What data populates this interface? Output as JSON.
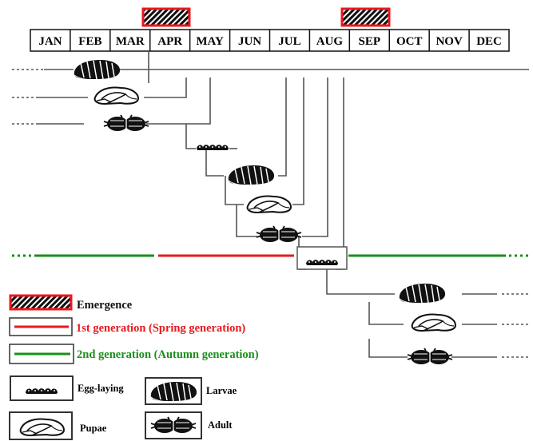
{
  "months": [
    "JAN",
    "FEB",
    "MAR",
    "APR",
    "MAY",
    "JUN",
    "JUL",
    "AUG",
    "SEP",
    "OCT",
    "NOV",
    "DEC"
  ],
  "colors": {
    "line": "#555555",
    "spring": "#e8191f",
    "autumn": "#1a8f1a",
    "emergence_border": "#e8191f",
    "dark": "#111111"
  },
  "legend": {
    "emergence": "Emergence",
    "spring": "1st generation (Spring generation)",
    "autumn": "2nd generation (Autumn generation)",
    "egg_laying": "Egg-laying",
    "larvae": "Larvae",
    "pupae": "Pupae",
    "adult": "Adult"
  },
  "icons": [
    "egg-icon",
    "larva-icon",
    "pupa-icon",
    "adult-icon",
    "emergence-hatch-icon"
  ]
}
